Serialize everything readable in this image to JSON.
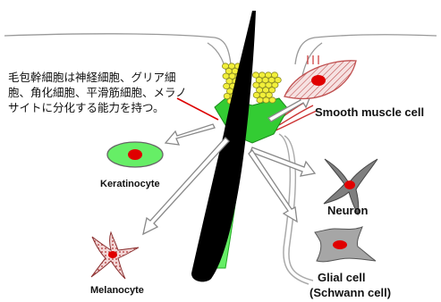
{
  "description_lines": [
    "毛包幹細胞は神経細胞、グリア細",
    "胞、角化細胞、平滑筋細胞、メラノ",
    "サイトに分化する能力を持つ。"
  ],
  "cells": {
    "smooth_muscle": "Smooth muscle cell",
    "keratinocyte": "Keratinocyte",
    "neuron": "Neuron",
    "glial_line1": "Glial cell",
    "glial_line2": "(Schwann cell)",
    "melanocyte": "Melanocyte"
  },
  "colors": {
    "nucleus": "#e00000",
    "stem_cell_yellow": "#f2ef3a",
    "bulge_green": "#33cc33",
    "sheath_green": "#66ee66",
    "hair_shaft": "#000000",
    "arrow_outline": "#888888",
    "neuron_gray": "#7f7f7f",
    "glial_gray": "#a6a6a6",
    "smooth_muscle_fill": "#f3dada"
  }
}
